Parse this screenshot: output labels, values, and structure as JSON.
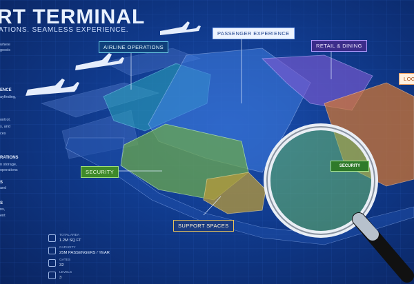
{
  "header": {
    "title": "RT TERMINAL",
    "subtitle": "ATIONS. SEAMLESS EXPERIENCE."
  },
  "side_notes": {
    "snippets": [
      {
        "text": "where"
      },
      {
        "text": "goods"
      },
      {
        "text": "ENCE",
        "head": true
      },
      {
        "text": "ayfinding,"
      },
      {
        "text": "ontrol,"
      },
      {
        "text": "s, and"
      },
      {
        "text": "ces"
      },
      {
        "text": "RATIONS",
        "head": true
      },
      {
        "text": "n storage,"
      },
      {
        "text": "operations"
      },
      {
        "text": "S",
        "head": true
      },
      {
        "text": "and"
      },
      {
        "text": "S",
        "head": true
      },
      {
        "text": "ns,"
      },
      {
        "text": "ent"
      }
    ]
  },
  "zone_labels": {
    "passenger": "PASSENGER EXPERIENCE",
    "airline": "AIRLINE OPERATIONS",
    "retail": "RETAIL & DINING",
    "security": "SECURITY",
    "support": "SUPPORT SPACES",
    "logistics": "LOGI"
  },
  "magnifier": {
    "badge": "SECURITY"
  },
  "stats": [
    {
      "key": "TOTAL AREA",
      "value": "1.2M SQ FT",
      "icon": "area-icon"
    },
    {
      "key": "CAPACITY",
      "value": "25M PASSENGERS / YEAR",
      "icon": "passengers-icon"
    },
    {
      "key": "GATES",
      "value": "32",
      "icon": "plane-icon"
    },
    {
      "key": "LEVELS",
      "value": "3",
      "icon": "building-icon"
    }
  ],
  "colors": {
    "background": "#103a8c",
    "airline_zone": "#2aa6b8",
    "passenger_zone": "#3f7de0",
    "retail_zone": "#7a5ad0",
    "logistics_zone": "#d9782e",
    "security_zone": "#6aa84f",
    "support_zone": "#b89a3a"
  }
}
